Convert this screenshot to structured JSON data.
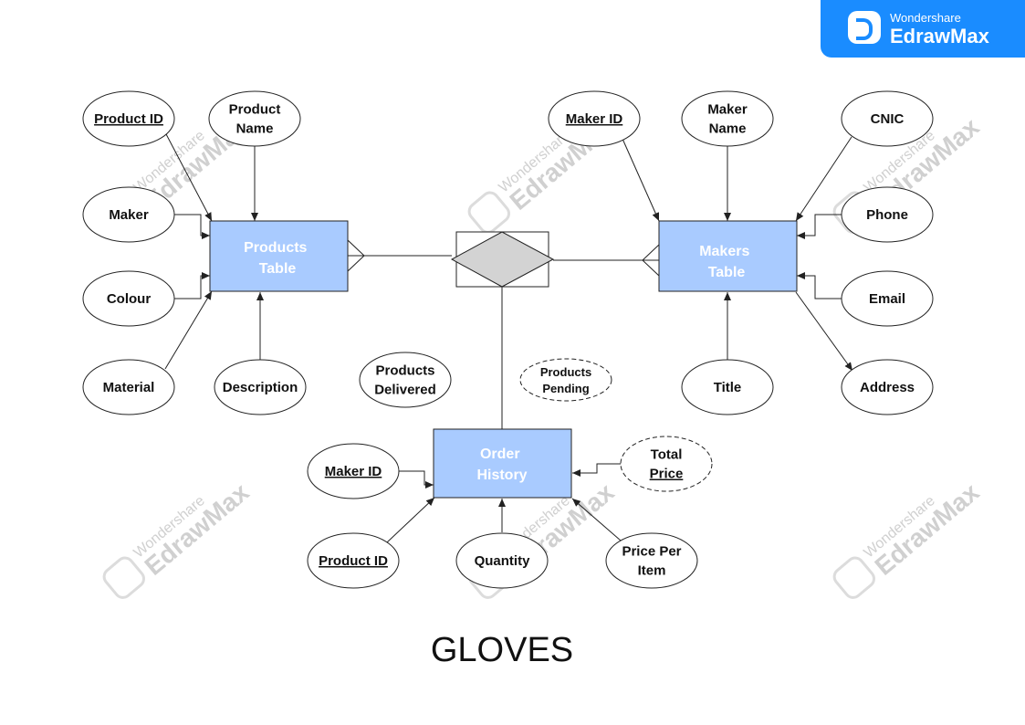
{
  "title": "GLOVES",
  "brand": {
    "company": "Wondershare",
    "product": "EdrawMax"
  },
  "watermark": {
    "top": "Wondershare",
    "bottom": "EdrawMax"
  },
  "colors": {
    "entity_fill": "#a9cbff",
    "relationship_fill": "#d3d3d3",
    "brand": "#1a8cff"
  },
  "entities": {
    "products": [
      "Products",
      "Table"
    ],
    "makers": [
      "Makers",
      "Table"
    ],
    "order_history": [
      "Order",
      "History"
    ]
  },
  "attributes": {
    "product_id": {
      "lines": [
        "Product ID"
      ]
    },
    "product_name": {
      "lines": [
        "Product",
        "Name"
      ]
    },
    "maker": {
      "lines": [
        "Maker"
      ]
    },
    "colour": {
      "lines": [
        "Colour"
      ]
    },
    "material": {
      "lines": [
        "Material"
      ]
    },
    "description": {
      "lines": [
        "Description"
      ]
    },
    "products_delivered": {
      "lines": [
        "Products",
        "Delivered"
      ]
    },
    "products_pending": {
      "lines": [
        "Products",
        "Pending"
      ]
    },
    "maker_id": {
      "lines": [
        "Maker ID"
      ]
    },
    "maker_name": {
      "lines": [
        "Maker",
        "Name"
      ]
    },
    "cnic": {
      "lines": [
        "CNIC"
      ]
    },
    "phone": {
      "lines": [
        "Phone"
      ]
    },
    "email": {
      "lines": [
        "Email"
      ]
    },
    "title": {
      "lines": [
        "Title"
      ]
    },
    "address": {
      "lines": [
        "Address"
      ]
    },
    "order_maker_id": {
      "lines": [
        "Maker ID"
      ]
    },
    "total_price": {
      "lines": [
        "Total",
        "Price"
      ]
    },
    "order_product_id": {
      "lines": [
        "Product ID"
      ]
    },
    "quantity": {
      "lines": [
        "Quantity"
      ]
    },
    "price_per_item": {
      "lines": [
        "Price Per",
        "Item"
      ]
    }
  }
}
